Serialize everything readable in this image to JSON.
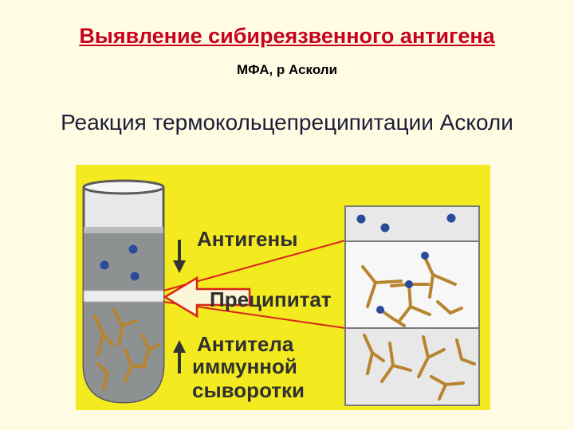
{
  "slide": {
    "title": "Выявление сибиреязвенного антигена",
    "subtitle": "МФА,  р Асколи",
    "heading": "Реакция термокольцепреципитации Асколи"
  },
  "diagram": {
    "labels": {
      "antigens": "Антигены",
      "precipitate": "Преципитат",
      "antibodies_line1": "Антитела",
      "antibodies_line2": "иммунной",
      "antibodies_line3": "сыворотки"
    },
    "colors": {
      "panel_background": "#f3ea1f",
      "antigen_dot": "#2a4a9a",
      "antibody": "#b8842f",
      "arrow": "#d8261a"
    }
  }
}
